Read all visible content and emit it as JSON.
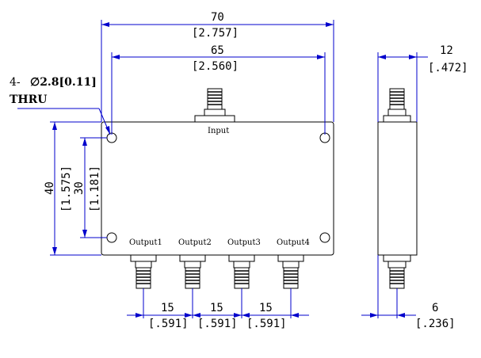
{
  "front_view": {
    "overall_width": {
      "mm": "70",
      "inch": "[2.757]"
    },
    "hole_spacing_width": {
      "mm": "65",
      "inch": "[2.560]"
    },
    "overall_height": {
      "mm": "40",
      "inch": "[1.575]"
    },
    "hole_spacing_height": {
      "mm": "30",
      "inch": "[1.181]"
    },
    "hole_note": {
      "prefix": "4- ",
      "size": "∅2.8[0.11]",
      "suffix": "THRU"
    },
    "input_label": "Input",
    "output_labels": [
      "Output1",
      "Output2",
      "Output3",
      "Output4"
    ],
    "output_pitch": [
      {
        "mm": "15",
        "inch": "[.591]"
      },
      {
        "mm": "15",
        "inch": "[.591]"
      },
      {
        "mm": "15",
        "inch": "[.591]"
      }
    ]
  },
  "side_view": {
    "thickness": {
      "mm": "12",
      "inch": "[.472]"
    },
    "connector_offset": {
      "mm": "6",
      "inch": "[.236]"
    }
  },
  "colors": {
    "dimension": "#0000cc",
    "outline": "#000000"
  }
}
